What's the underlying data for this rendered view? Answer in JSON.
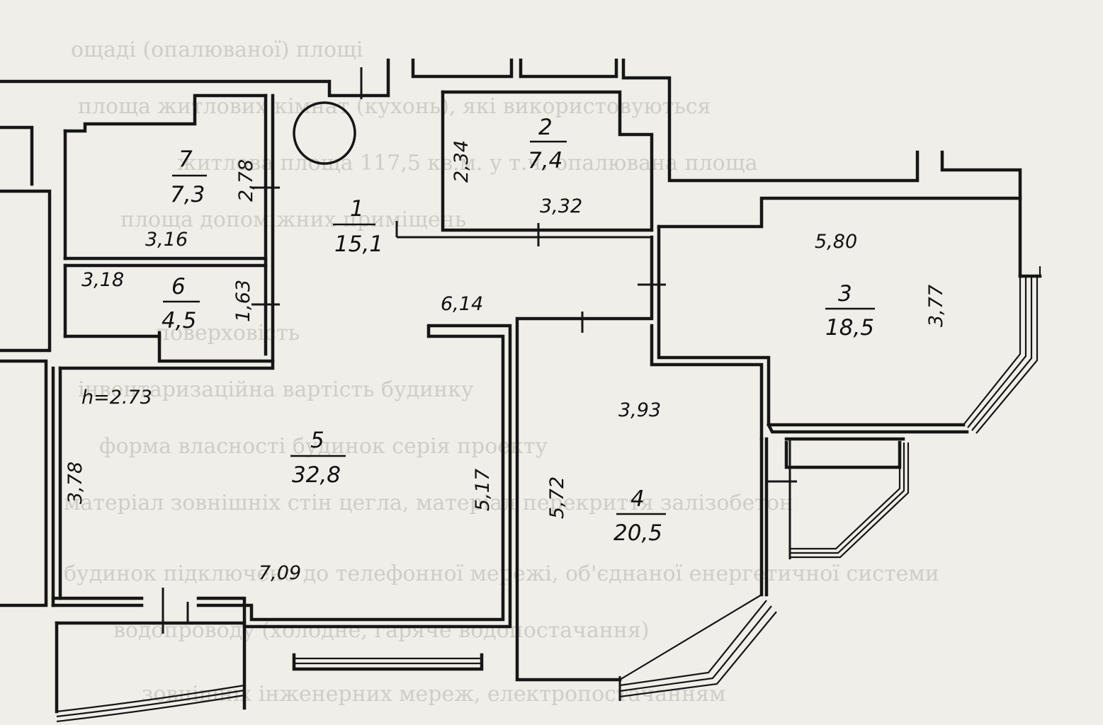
{
  "background_text": [
    "ощаді (опалюваної) площі",
    "площа житлових кімнат (кухонь), які використовуються",
    "житлова площа 117,5 кв.м. у т.ч. опалювана площа",
    "площа допоміжних приміщень",
    "поверховість",
    "інвентаризаційна вартість будинку",
    "форма власності будинок серія проекту",
    "матеріал зовнішніх стін цегла, матеріал перекриття залізобетон",
    "будинок підключено до телефонної мережі, об'єднаної енергетичної системи",
    "водопроводу (холодне, гаряче водопостачання)",
    "зовнішніх інженерних мереж, електропостачанням"
  ],
  "rooms": [
    {
      "id": "1",
      "area": "15,1"
    },
    {
      "id": "2",
      "area": "7,4"
    },
    {
      "id": "3",
      "area": "18,5"
    },
    {
      "id": "4",
      "area": "20,5"
    },
    {
      "id": "5",
      "area": "32,8"
    },
    {
      "id": "6",
      "area": "4,5"
    },
    {
      "id": "7",
      "area": "7,3"
    }
  ],
  "dimensions": [
    "2,78",
    "3,16",
    "3,18",
    "1,63",
    "2,34",
    "3,32",
    "6,14",
    "5,80",
    "3,77",
    "3,93",
    "5,17",
    "5,72",
    "3,78",
    "7,09"
  ],
  "ceiling_height": "h=2.73"
}
